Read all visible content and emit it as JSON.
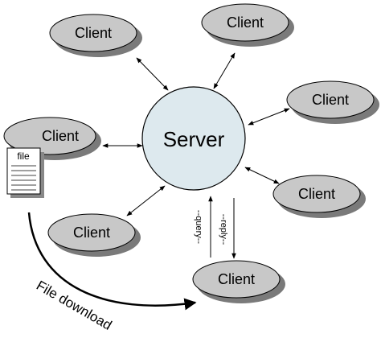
{
  "server": {
    "label": "Server"
  },
  "clients": [
    {
      "id": "top-left",
      "label": "Client"
    },
    {
      "id": "top-right",
      "label": "Client"
    },
    {
      "id": "right-upper",
      "label": "Client"
    },
    {
      "id": "left",
      "label": "Client"
    },
    {
      "id": "right-lower",
      "label": "Client"
    },
    {
      "id": "bottom-left",
      "label": "Client"
    },
    {
      "id": "bottom",
      "label": "Client"
    }
  ],
  "file": {
    "label": "file"
  },
  "channel": {
    "query_label": "--query--",
    "reply_label": "--reply--"
  },
  "download": {
    "label": "File download"
  },
  "colors": {
    "client_fill": "#c8c8c8",
    "client_shadow": "#7a7a7a",
    "server_fill": "#dde9ee",
    "file_fill": "#ffffff",
    "outline": "#000000"
  }
}
